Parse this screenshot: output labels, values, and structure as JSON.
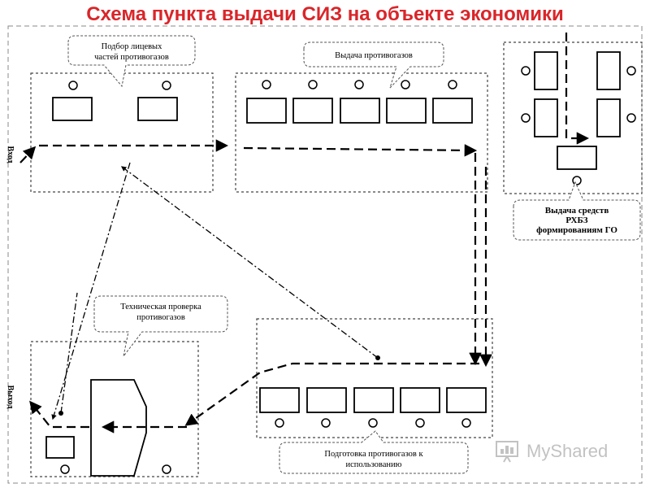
{
  "title": "Схема пункта выдачи СИЗ на объекте экономики",
  "labels": {
    "mask_selection": [
      "Подбор лицевых",
      "частей противогазов"
    ],
    "gasmask_issue": "Выдача противогазов",
    "rhbz_issue": [
      "Выдача средств",
      "РХБЗ",
      "формированиям ГО"
    ],
    "tech_check": [
      "Техническая проверка",
      "противогазов"
    ],
    "prep_for_use": [
      "Подготовка противогазов к",
      "использованию"
    ],
    "entrance": "Вход",
    "exit": "Выход"
  },
  "watermark": "MyShared",
  "colors": {
    "title": "#d9262a",
    "line": "#000000",
    "dashed_border": "#444444"
  }
}
